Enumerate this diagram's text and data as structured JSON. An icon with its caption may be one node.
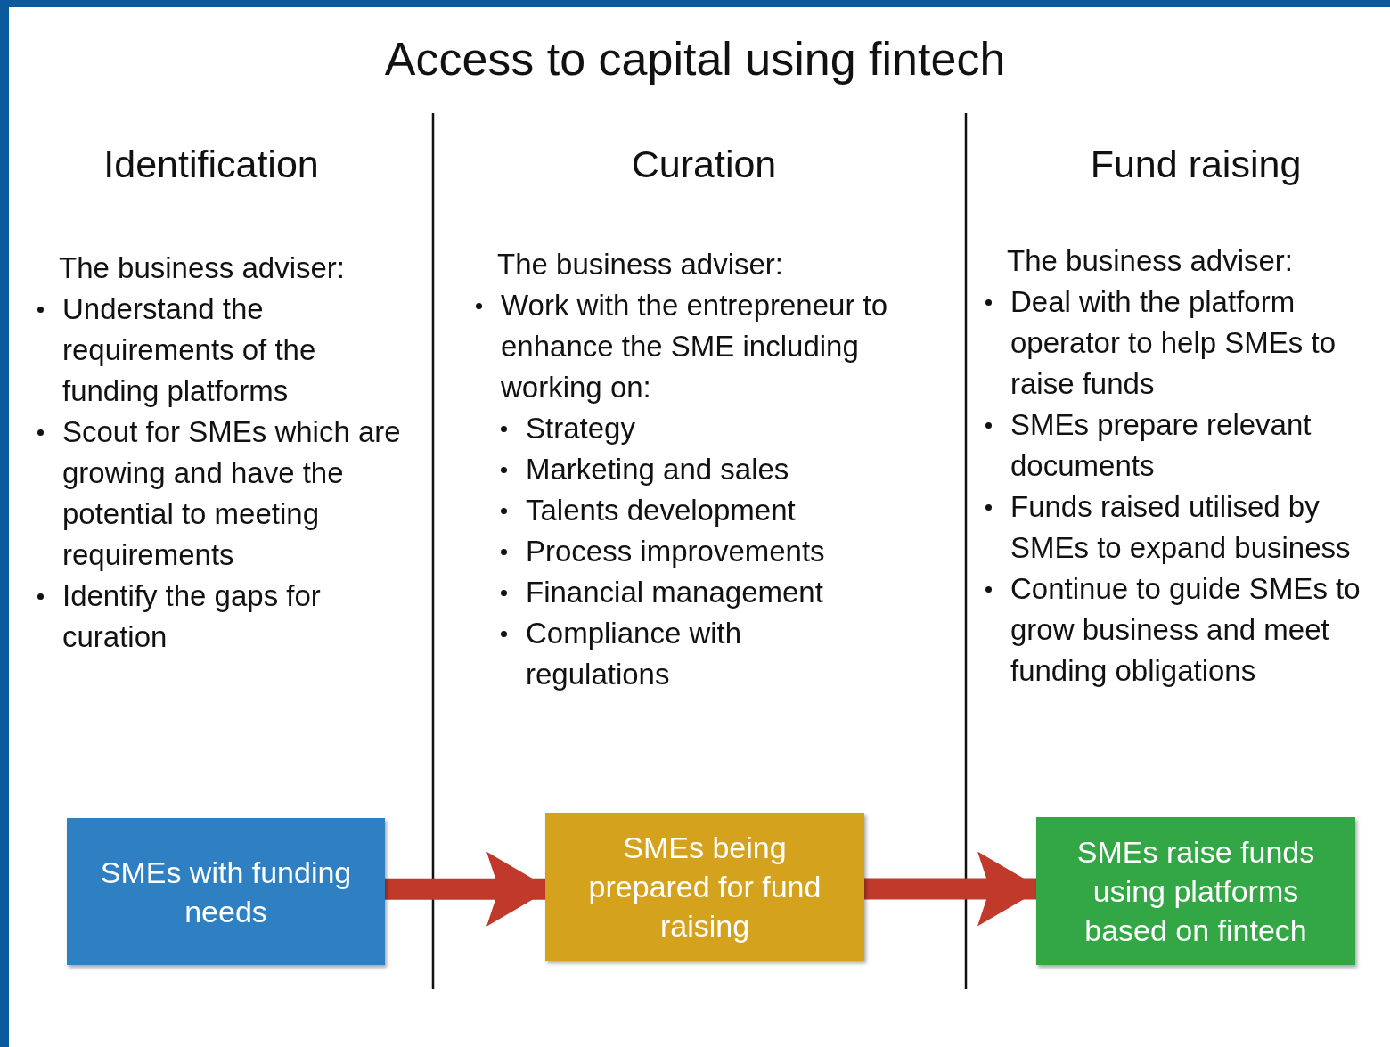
{
  "diagram": {
    "title": "Access to capital using fintech",
    "nodes": [
      {
        "text": [
          "SMEs with funding needs"
        ]
      },
      {
        "text": [
          "SMEs being prepared for fund raising"
        ]
      },
      {
        "text": [
          "SMEs raise funds using platforms based on fintech"
        ]
      }
    ],
    "edges": [
      {
        "from": 0,
        "to": 1,
        "arrow": "to"
      },
      {
        "from": 1,
        "to": 2,
        "arrow": "to"
      }
    ],
    "labels": [
      "Identification",
      "Curation",
      "Fund raising",
      "The business adviser:",
      "Understand the requirements of the funding platforms",
      "Scout for SMEs which are growing and have the potential to meeting requirements",
      "Identify the gaps for curation",
      "The business adviser:",
      "Work with the entrepreneur to enhance the SME including working on:",
      "Strategy",
      "Marketing and sales",
      "Talents development",
      "Process improvements",
      "Financial management",
      "Compliance with regulations",
      "The business adviser:",
      "Deal with the platform operator to help SMEs to raise funds",
      "SMEs prepare relevant documents",
      "Funds raised utilised by SMEs to expand business",
      "Continue to guide SMEs to grow business and meet funding obligations"
    ]
  }
}
